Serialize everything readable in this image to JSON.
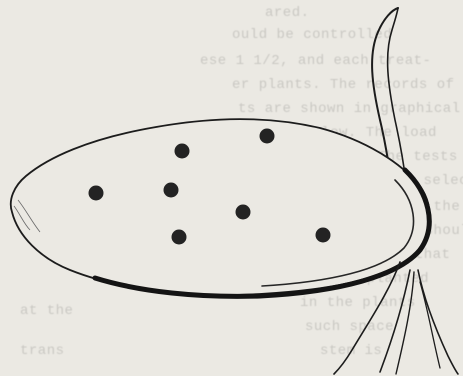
{
  "print_through_text": [
    "ared.",
    "ould be controlled",
    "ese 1 1/2, and each treat-",
    "er plants. The records of",
    "ts are shown in graphical",
    "rated below. The load",
    "at were fed. The tests",
    "with fruits to select",
    "the leaves and the",
    "but the fruit should",
    "of the stem that",
    "nd planted",
    "in the plants",
    "such space",
    "stem is",
    "at the",
    "trans"
  ],
  "illustration": {
    "subject": "tuber-with-eyes-and-sprouts",
    "ink_color": "#1c1c1c",
    "paper_color": "#ebe9e3",
    "eye_count": 7
  }
}
